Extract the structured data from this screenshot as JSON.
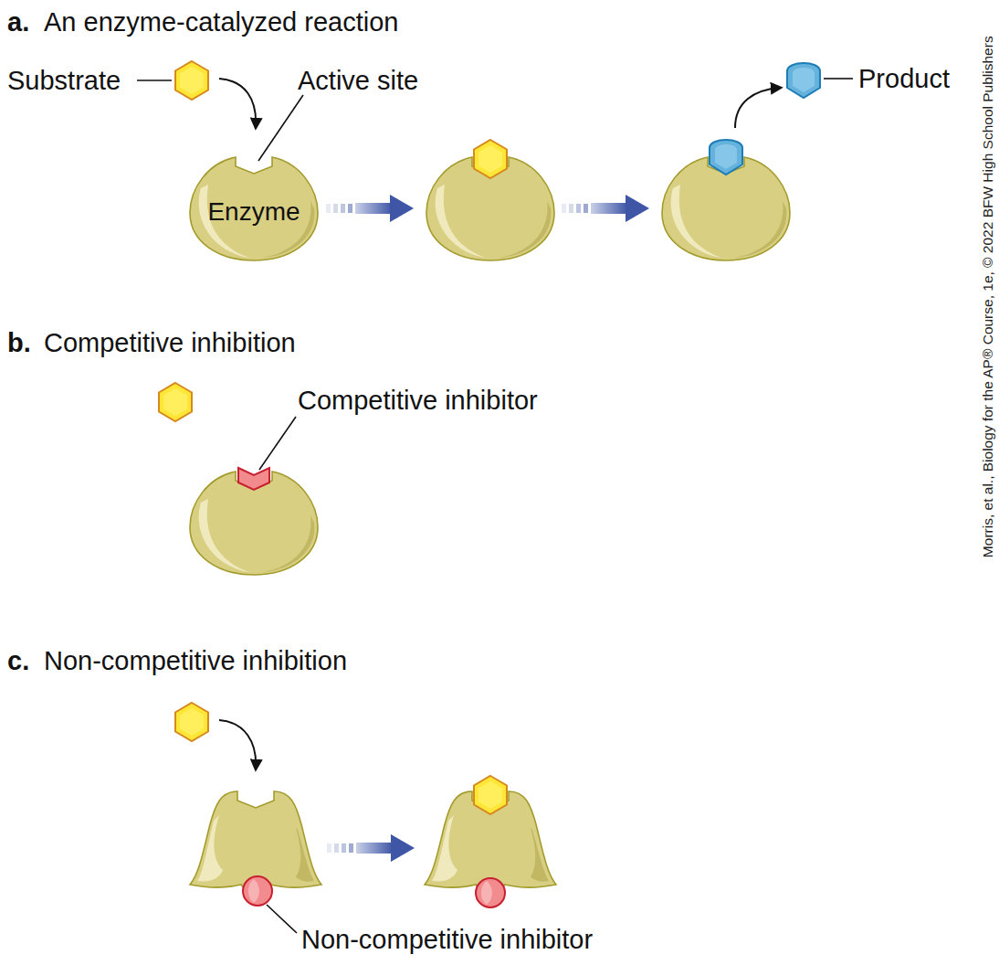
{
  "diagram": {
    "nodes": [
      {
        "text": [
          "Enzyme"
        ]
      }
    ],
    "labels": [
      "a.",
      "An enzyme-catalyzed reaction",
      "Substrate",
      "Active site",
      "Product",
      "b.",
      "Competitive inhibition",
      "Competitive inhibitor",
      "c.",
      "Non-competitive inhibition",
      "Non-competitive inhibitor",
      "Morris, et al., Biology for the AP® Course, 1e, © 2022 BFW High School Publishers"
    ]
  }
}
